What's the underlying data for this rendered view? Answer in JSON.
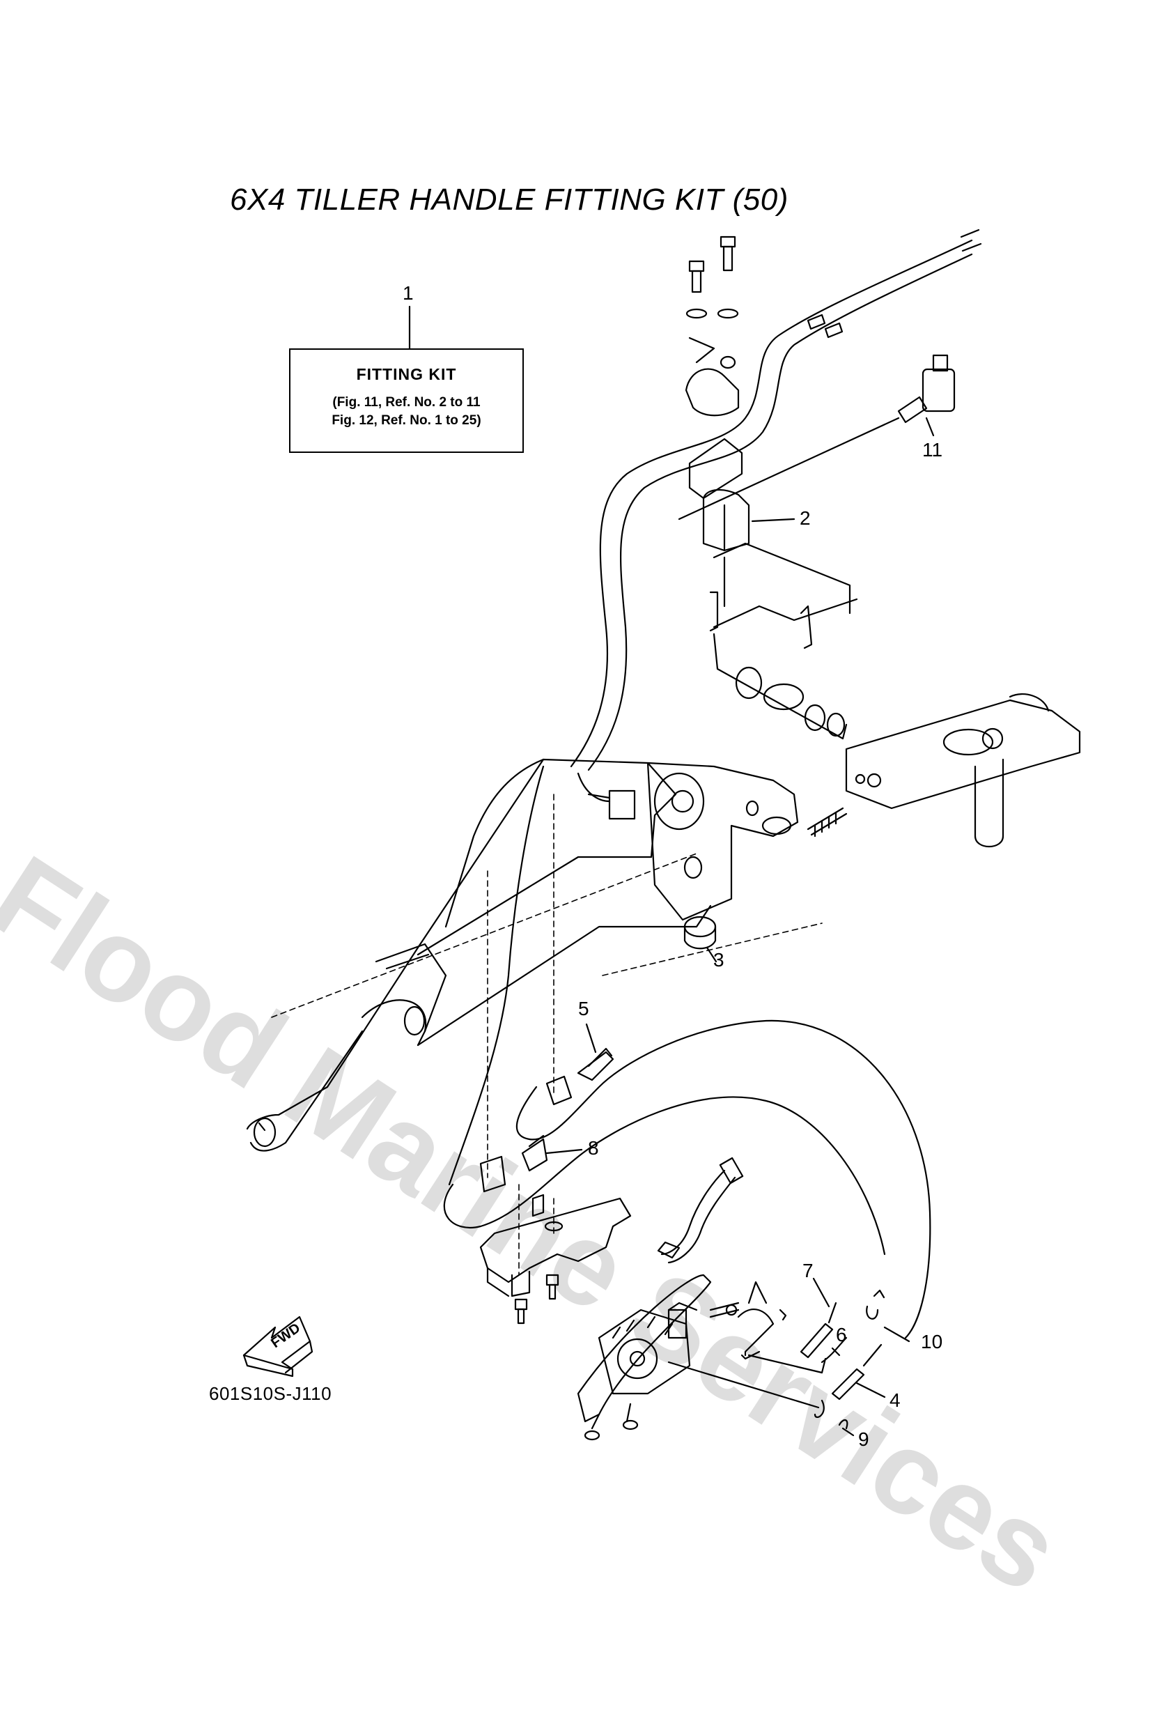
{
  "diagram": {
    "title": "6X4 TILLER HANDLE FITTING KIT (50)",
    "watermark": "Flood Marine Services",
    "drawing_code": "601S10S-J110",
    "fwd_label": "FWD",
    "kit_box": {
      "title": "FITTING KIT",
      "line1": "(Fig. 11, Ref. No. 2 to 11",
      "line2": "Fig. 12, Ref. No. 1 to 25)"
    },
    "ref_numbers": {
      "r1": "1",
      "r2": "2",
      "r3": "3",
      "r4": "4",
      "r5": "5",
      "r6": "6",
      "r7": "7",
      "r8": "8",
      "r9": "9",
      "r10": "10",
      "r11": "11"
    }
  }
}
